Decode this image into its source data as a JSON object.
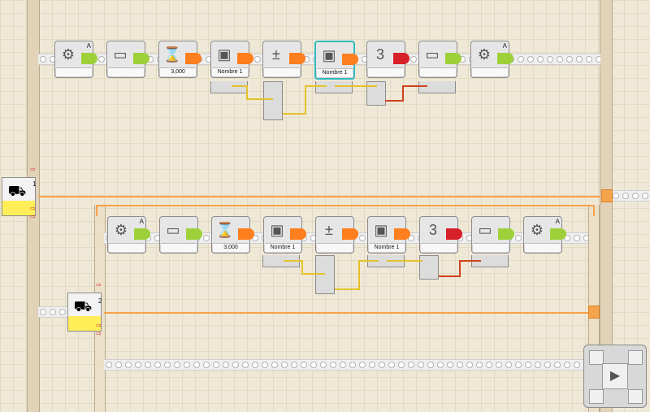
{
  "colors": {
    "accent_orange": "#ff7e1e",
    "accent_green": "#9ed03a",
    "accent_red": "#d8202a",
    "selected": "#33b9c1",
    "wire": "#f7a14a"
  },
  "sequence_1": {
    "switch_label": "1",
    "blocks": [
      {
        "name": "gear-icon",
        "port": "A",
        "label": ""
      },
      {
        "name": "display-icon",
        "label": ""
      },
      {
        "name": "wait-icon",
        "label": "3,000"
      },
      {
        "name": "variable-icon",
        "label": "Nombre 1"
      },
      {
        "name": "math-icon",
        "label": ""
      },
      {
        "name": "variable-icon",
        "label": "Nombre 1",
        "selected": true
      },
      {
        "name": "number-to-text-icon",
        "label": ""
      },
      {
        "name": "display-icon",
        "label": ""
      },
      {
        "name": "gear-icon",
        "port": "A",
        "label": ""
      }
    ]
  },
  "sequence_2": {
    "switch_label": "2",
    "blocks": [
      {
        "name": "gear-icon",
        "port": "A",
        "label": ""
      },
      {
        "name": "display-icon",
        "label": ""
      },
      {
        "name": "wait-icon",
        "label": "3,000"
      },
      {
        "name": "variable-icon",
        "label": "Nombre 1"
      },
      {
        "name": "math-icon",
        "label": ""
      },
      {
        "name": "variable-icon",
        "label": "Nombre 1"
      },
      {
        "name": "number-to-text-icon",
        "label": ""
      },
      {
        "name": "display-icon",
        "label": ""
      },
      {
        "name": "gear-icon",
        "port": "A",
        "label": ""
      }
    ]
  },
  "icons": {
    "play": "▶",
    "hash": "#",
    "text": "T",
    "plus": "+",
    "arrow": "→"
  }
}
